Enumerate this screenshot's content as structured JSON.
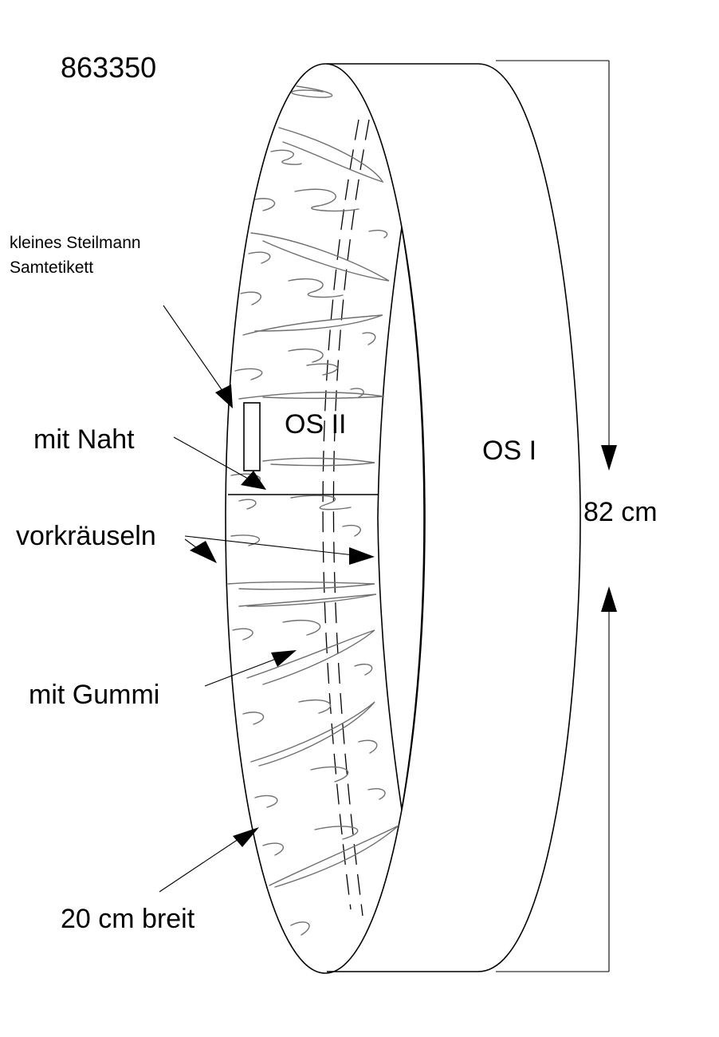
{
  "article_number": "863350",
  "labels": {
    "label_tag_line1": "kleines Steilmann",
    "label_tag_line2": "Samtetikett",
    "seam": "mit Naht",
    "gather": "vorkräuseln",
    "elastic": "mit Gummi",
    "width": "20 cm breit",
    "part_inner": "OS II",
    "part_outer": "OS I",
    "height": "82 cm"
  },
  "colors": {
    "line": "#000000",
    "texture": "#6f6f6f"
  }
}
